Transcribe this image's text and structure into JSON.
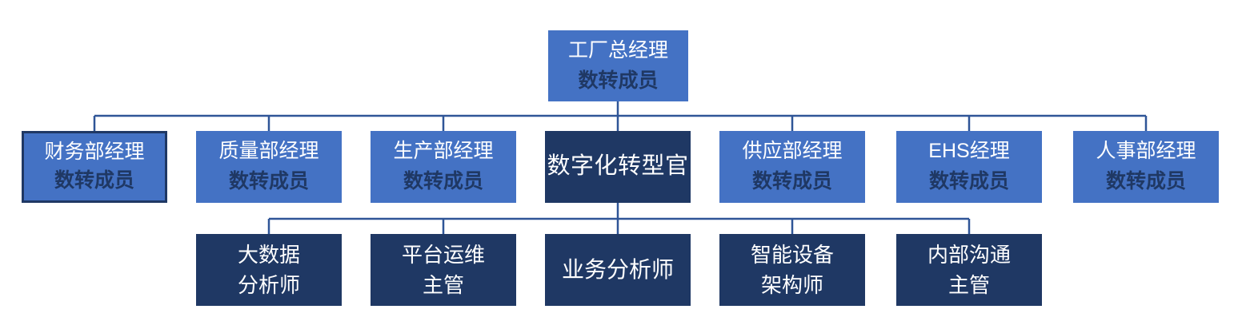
{
  "org_chart": {
    "type": "org-tree",
    "root": {
      "title": "工厂总经理",
      "subtitle": "数转成员"
    },
    "managers": [
      {
        "title": "财务部经理",
        "subtitle": "数转成员"
      },
      {
        "title": "质量部经理",
        "subtitle": "数转成员"
      },
      {
        "title": "生产部经理",
        "subtitle": "数转成员"
      },
      {
        "title": "数字化转型官",
        "subtitle": ""
      },
      {
        "title": "供应部经理",
        "subtitle": "数转成员"
      },
      {
        "title": "EHS经理",
        "subtitle": "数转成员"
      },
      {
        "title": "人事部经理",
        "subtitle": "数转成员"
      }
    ],
    "specialists": [
      {
        "title": "大数据",
        "subtitle": "分析师"
      },
      {
        "title": "平台运维",
        "subtitle": "主管"
      },
      {
        "title": "业务分析师",
        "subtitle": ""
      },
      {
        "title": "智能设备",
        "subtitle": "架构师"
      },
      {
        "title": "内部沟通",
        "subtitle": "主管"
      }
    ],
    "colors": {
      "box_blue": "#4472C4",
      "box_navy": "#1F3864",
      "subtitle_text": "#1F3864",
      "title_text": "#FFFFFF",
      "connector": "#2F5597",
      "highlight_border": "#1F3864",
      "background": "#FFFFFF"
    }
  }
}
